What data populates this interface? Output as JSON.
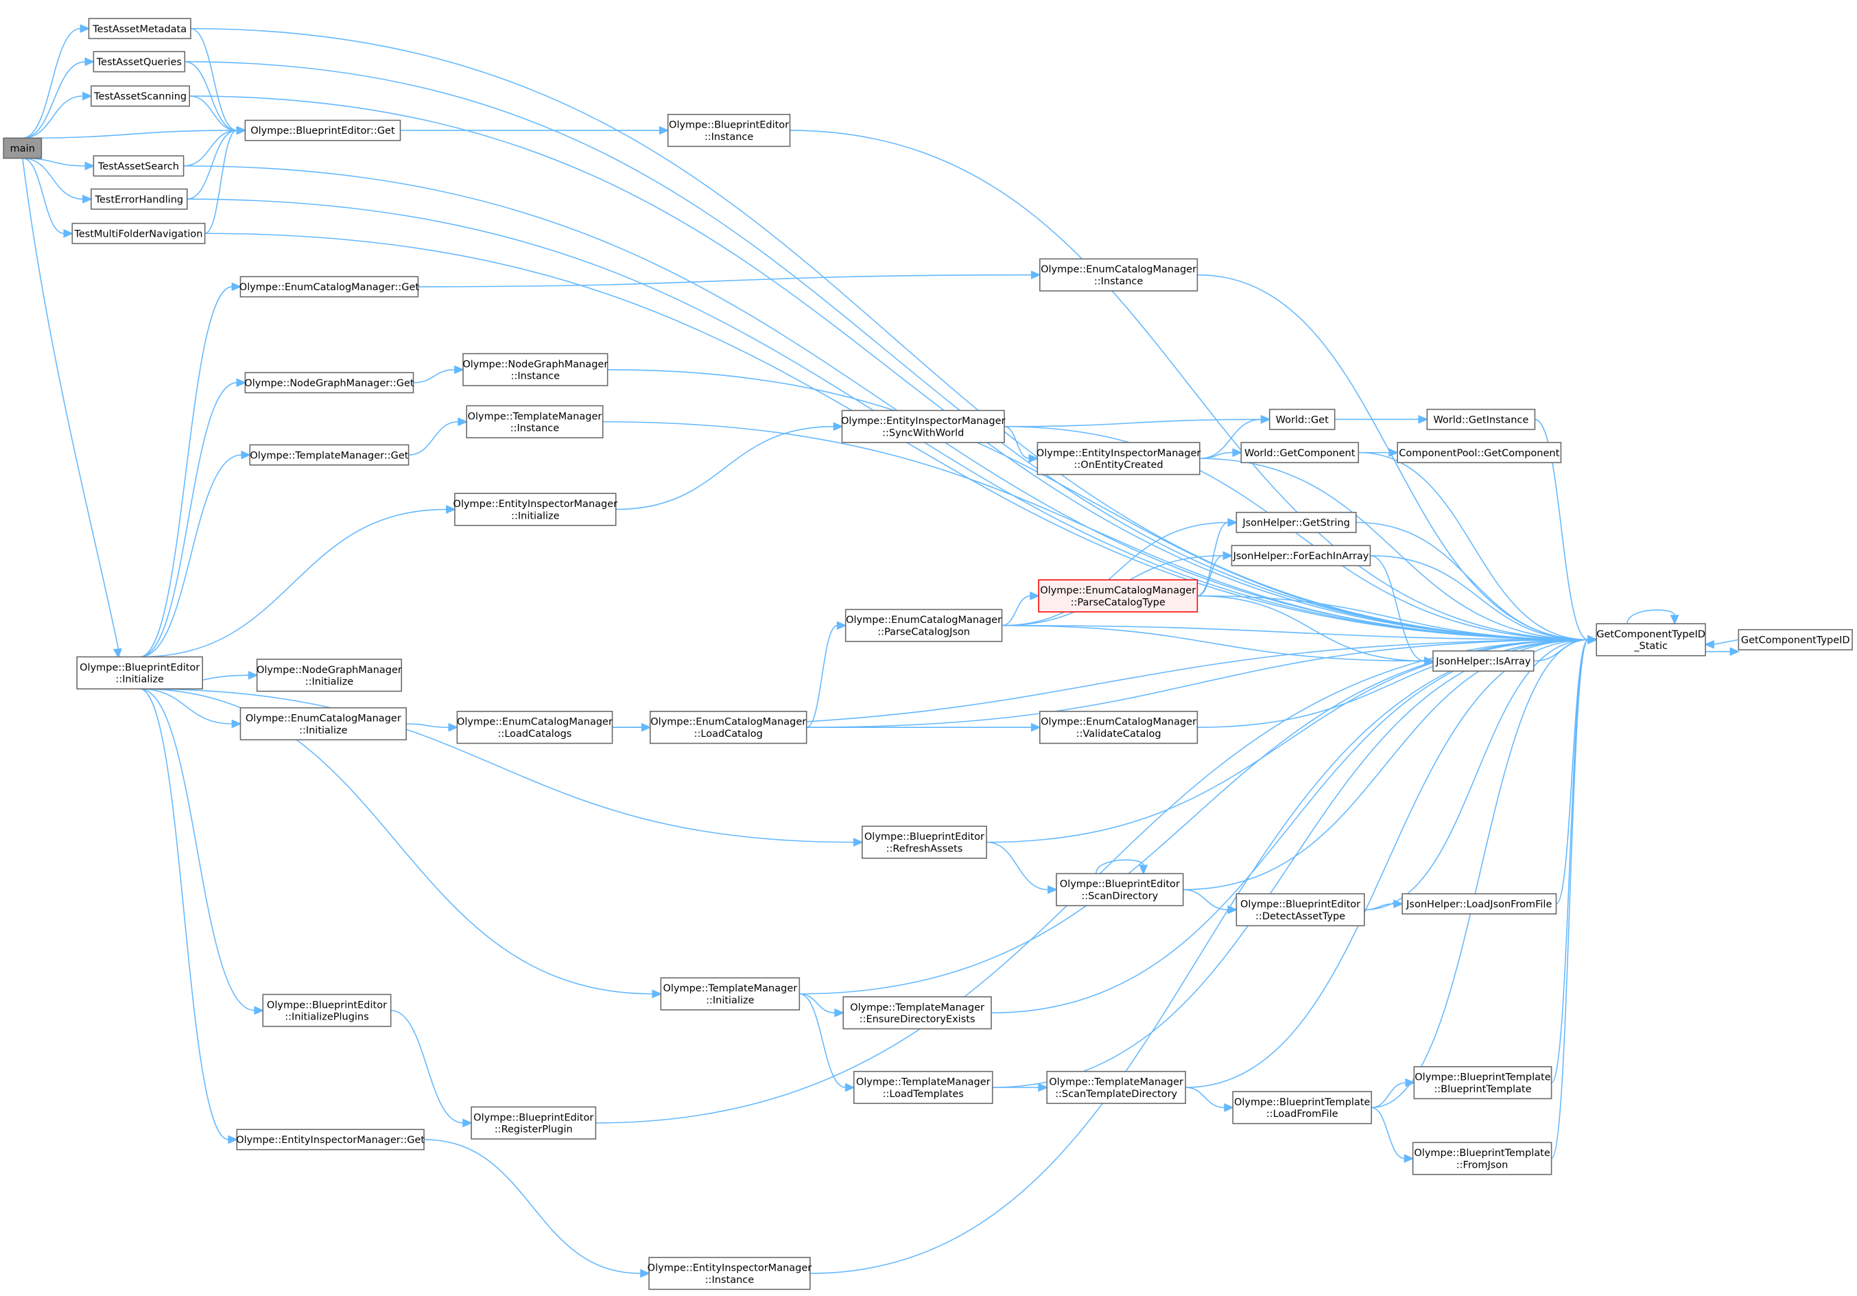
{
  "graph": {
    "title": "Call graph for main",
    "colors": {
      "edge": "#63b8ff",
      "root_fill": "#999999",
      "highlight_border": "#ff0000"
    },
    "nodes": [
      {
        "id": "main",
        "lines": [
          "main"
        ]
      },
      {
        "id": "tam",
        "lines": [
          "TestAssetMetadata"
        ]
      },
      {
        "id": "taq",
        "lines": [
          "TestAssetQueries"
        ]
      },
      {
        "id": "tas",
        "lines": [
          "TestAssetScanning"
        ]
      },
      {
        "id": "tase",
        "lines": [
          "TestAssetSearch"
        ]
      },
      {
        "id": "teh",
        "lines": [
          "TestErrorHandling"
        ]
      },
      {
        "id": "tmf",
        "lines": [
          "TestMultiFolderNavigation"
        ]
      },
      {
        "id": "beget",
        "lines": [
          "Olympe::BlueprintEditor::Get"
        ]
      },
      {
        "id": "beinst",
        "lines": [
          "Olympe::BlueprintEditor",
          "::Instance"
        ]
      },
      {
        "id": "gctis",
        "lines": [
          "GetComponentTypeID",
          "_Static"
        ]
      },
      {
        "id": "gcti",
        "lines": [
          "GetComponentTypeID"
        ]
      },
      {
        "id": "ecmget",
        "lines": [
          "Olympe::EnumCatalogManager::Get"
        ]
      },
      {
        "id": "ecminst",
        "lines": [
          "Olympe::EnumCatalogManager",
          "::Instance"
        ]
      },
      {
        "id": "ngmget",
        "lines": [
          "Olympe::NodeGraphManager::Get"
        ]
      },
      {
        "id": "ngminst",
        "lines": [
          "Olympe::NodeGraphManager",
          "::Instance"
        ]
      },
      {
        "id": "tmget",
        "lines": [
          "Olympe::TemplateManager::Get"
        ]
      },
      {
        "id": "tminst",
        "lines": [
          "Olympe::TemplateManager",
          "::Instance"
        ]
      },
      {
        "id": "eimsync",
        "lines": [
          "Olympe::EntityInspectorManager",
          "::SyncWithWorld"
        ]
      },
      {
        "id": "wget",
        "lines": [
          "World::Get"
        ]
      },
      {
        "id": "wgetinst",
        "lines": [
          "World::GetInstance"
        ]
      },
      {
        "id": "eimoec",
        "lines": [
          "Olympe::EntityInspectorManager",
          "::OnEntityCreated"
        ]
      },
      {
        "id": "wgetcomp",
        "lines": [
          "World::GetComponent"
        ]
      },
      {
        "id": "cpgetcomp",
        "lines": [
          "ComponentPool::GetComponent"
        ]
      },
      {
        "id": "eiminit",
        "lines": [
          "Olympe::EntityInspectorManager",
          "::Initialize"
        ]
      },
      {
        "id": "jhgs",
        "lines": [
          "JsonHelper::GetString"
        ]
      },
      {
        "id": "jhfe",
        "lines": [
          "JsonHelper::ForEachInArray"
        ]
      },
      {
        "id": "ecmpct",
        "lines": [
          "Olympe::EnumCatalogManager",
          "::ParseCatalogType"
        ]
      },
      {
        "id": "ecmpcj",
        "lines": [
          "Olympe::EnumCatalogManager",
          "::ParseCatalogJson"
        ]
      },
      {
        "id": "jhia",
        "lines": [
          "JsonHelper::IsArray"
        ]
      },
      {
        "id": "beinit",
        "lines": [
          "Olympe::BlueprintEditor",
          "::Initialize"
        ]
      },
      {
        "id": "ngminit",
        "lines": [
          "Olympe::NodeGraphManager",
          "::Initialize"
        ]
      },
      {
        "id": "ecminit",
        "lines": [
          "Olympe::EnumCatalogManager",
          "::Initialize"
        ]
      },
      {
        "id": "ecmlcs",
        "lines": [
          "Olympe::EnumCatalogManager",
          "::LoadCatalogs"
        ]
      },
      {
        "id": "ecmlc",
        "lines": [
          "Olympe::EnumCatalogManager",
          "::LoadCatalog"
        ]
      },
      {
        "id": "ecmvc",
        "lines": [
          "Olympe::EnumCatalogManager",
          "::ValidateCatalog"
        ]
      },
      {
        "id": "bera",
        "lines": [
          "Olympe::BlueprintEditor",
          "::RefreshAssets"
        ]
      },
      {
        "id": "besd",
        "lines": [
          "Olympe::BlueprintEditor",
          "::ScanDirectory"
        ]
      },
      {
        "id": "bedat",
        "lines": [
          "Olympe::BlueprintEditor",
          "::DetectAssetType"
        ]
      },
      {
        "id": "jhljf",
        "lines": [
          "JsonHelper::LoadJsonFromFile"
        ]
      },
      {
        "id": "tminit",
        "lines": [
          "Olympe::TemplateManager",
          "::Initialize"
        ]
      },
      {
        "id": "tmede",
        "lines": [
          "Olympe::TemplateManager",
          "::EnsureDirectoryExists"
        ]
      },
      {
        "id": "beip",
        "lines": [
          "Olympe::BlueprintEditor",
          "::InitializePlugins"
        ]
      },
      {
        "id": "tmlt",
        "lines": [
          "Olympe::TemplateManager",
          "::LoadTemplates"
        ]
      },
      {
        "id": "tmstd",
        "lines": [
          "Olympe::TemplateManager",
          "::ScanTemplateDirectory"
        ]
      },
      {
        "id": "btlff",
        "lines": [
          "Olympe::BlueprintTemplate",
          "::LoadFromFile"
        ]
      },
      {
        "id": "btbt",
        "lines": [
          "Olympe::BlueprintTemplate",
          "::BlueprintTemplate"
        ]
      },
      {
        "id": "btfj",
        "lines": [
          "Olympe::BlueprintTemplate",
          "::FromJson"
        ]
      },
      {
        "id": "berp",
        "lines": [
          "Olympe::BlueprintEditor",
          "::RegisterPlugin"
        ]
      },
      {
        "id": "eimget",
        "lines": [
          "Olympe::EntityInspectorManager::Get"
        ]
      },
      {
        "id": "eiminst",
        "lines": [
          "Olympe::EntityInspectorManager",
          "::Instance"
        ]
      }
    ]
  }
}
